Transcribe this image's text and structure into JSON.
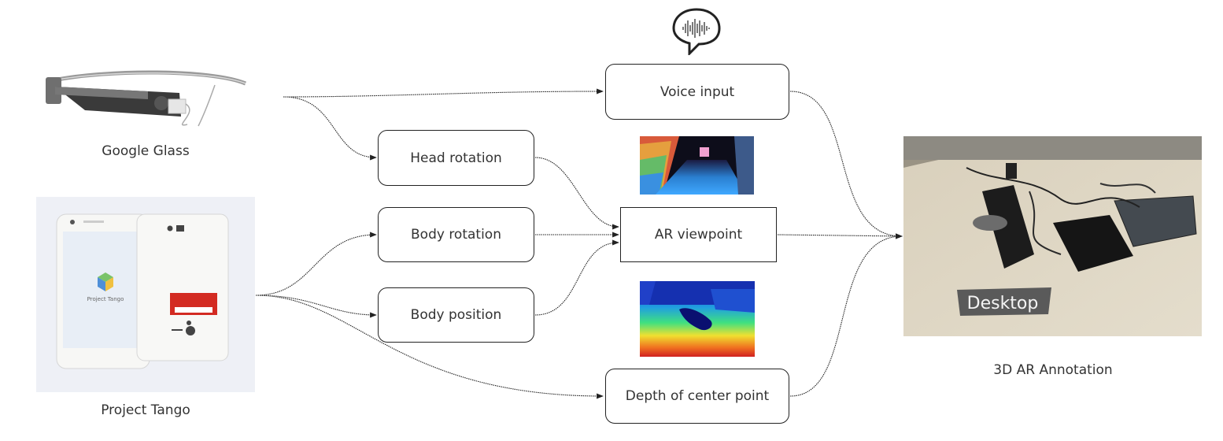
{
  "sources": {
    "glass_label": "Google Glass",
    "tango_label": "Project Tango",
    "tango_screen_text": "Project Tango"
  },
  "nodes": {
    "voice_input": "Voice input",
    "head_rotation": "Head rotation",
    "body_rotation": "Body rotation",
    "body_position": "Body position",
    "ar_viewpoint": "AR viewpoint",
    "depth_center": "Depth of center point"
  },
  "output": {
    "label": "3D AR Annotation",
    "photo_tag": "Desktop"
  },
  "icons": {
    "voice": "speech-bubble-waveform-icon"
  }
}
